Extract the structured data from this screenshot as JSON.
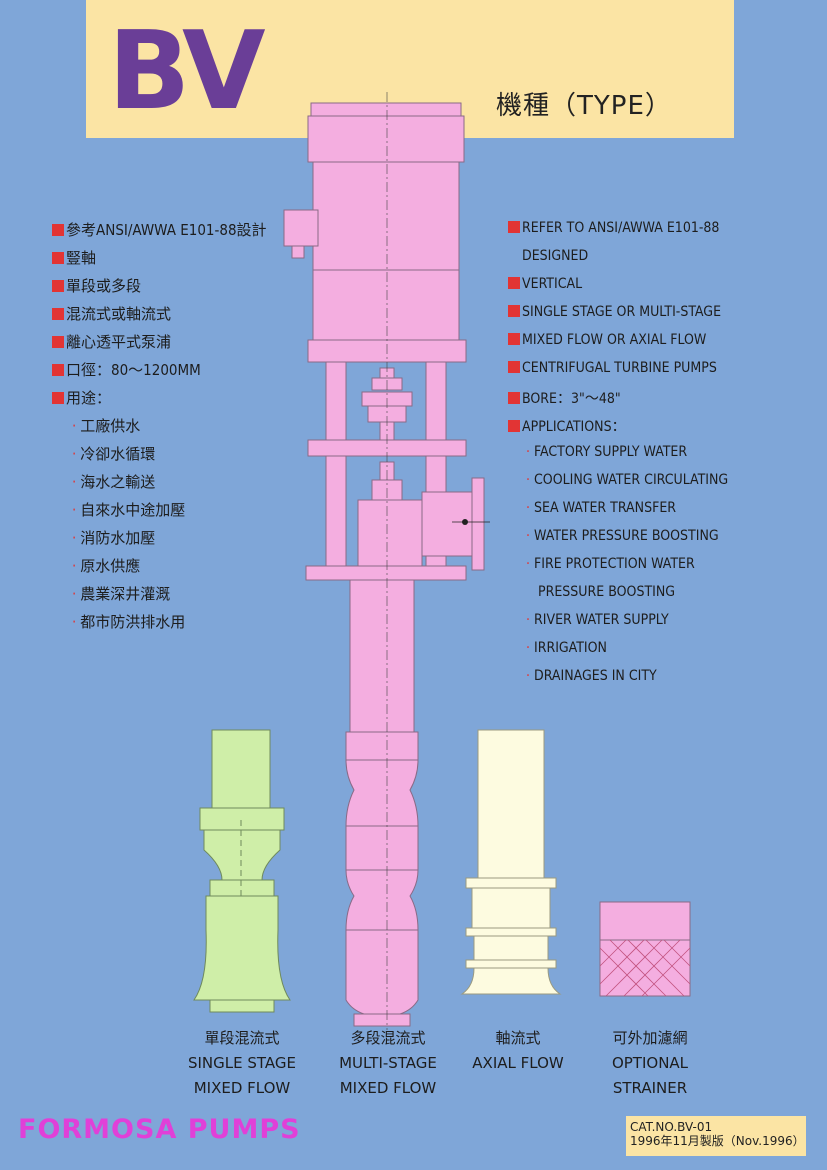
{
  "header": {
    "logo": "BV",
    "type_title": "機種（TYPE）"
  },
  "left_list": {
    "specs": [
      "參考ANSI/AWWA E101-88設計",
      "豎軸",
      "單段或多段",
      "混流式或軸流式",
      "離心透平式泵浦",
      "口徑：80～1200MM",
      "用途："
    ],
    "applications": [
      "工廠供水",
      "冷卻水循環",
      "海水之輸送",
      "自來水中途加壓",
      "消防水加壓",
      "原水供應",
      "農業深井灌溉",
      "都市防洪排水用"
    ]
  },
  "right_list": {
    "specs": [
      "REFER TO ANSI/AWWA E101-88",
      "DESIGNED",
      "VERTICAL",
      "SINGLE STAGE OR MULTI-STAGE",
      "MIXED FLOW OR AXIAL FLOW",
      "CENTRIFUGAL TURBINE PUMPS",
      "BORE：3\"～48\"",
      "APPLICATIONS："
    ],
    "applications": [
      "FACTORY SUPPLY WATER",
      "COOLING WATER CIRCULATING",
      "SEA WATER TRANSFER",
      "WATER PRESSURE BOOSTING",
      "FIRE PROTECTION WATER",
      "PRESSURE BOOSTING",
      "RIVER WATER SUPPLY",
      "IRRIGATION",
      "DRAINAGES IN CITY"
    ]
  },
  "captions": [
    {
      "zh": "單段混流式",
      "en1": "SINGLE STAGE",
      "en2": "MIXED FLOW"
    },
    {
      "zh": "多段混流式",
      "en1": "MULTI-STAGE",
      "en2": "MIXED FLOW"
    },
    {
      "zh": "軸流式",
      "en1": "AXIAL FLOW",
      "en2": ""
    },
    {
      "zh": "可外加濾網",
      "en1": "OPTIONAL",
      "en2": "STRAINER"
    }
  ],
  "footer": {
    "brand": "FORMOSA PUMPS",
    "cat_no": "CAT.NO.BV-01",
    "date": "1996年11月製版（Nov.1996）"
  },
  "colors": {
    "background": "#7fa6d8",
    "header": "#fbe4a4",
    "logo": "#6a3e97",
    "pump": "#f4aee0",
    "single_stage": "#cfeea8",
    "axial": "#fdfbe0",
    "bullet": "#e23434",
    "brand": "#e040d8"
  }
}
